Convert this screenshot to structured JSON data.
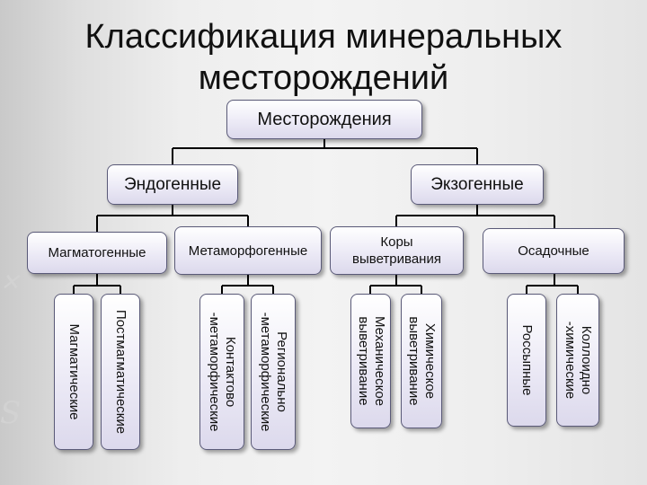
{
  "title": {
    "line1": "Классификация минеральных",
    "line2": "месторождений"
  },
  "root": {
    "label": "Месторождения"
  },
  "classes": [
    {
      "label": "Эндогенные"
    },
    {
      "label": "Экзогенные"
    }
  ],
  "groups": [
    {
      "label": "Магматогенные"
    },
    {
      "label": "Метаморфогенные"
    },
    {
      "label": "Коры\nвыветривания"
    },
    {
      "label": "Осадочные"
    }
  ],
  "types": [
    {
      "label": "Магматические"
    },
    {
      "label": "Постмагматические"
    },
    {
      "label": "Контактово\n-метаморфические"
    },
    {
      "label": "Регионально\n-метаморфические"
    },
    {
      "label": "Механическое\nвыветривание"
    },
    {
      "label": "Химическое\nвыветривание"
    },
    {
      "label": "Россыпные"
    },
    {
      "label": "Коллоидно\n-химические"
    }
  ],
  "colors": {
    "box_border": "#5a5a78",
    "box_fill_top": "#ffffff",
    "box_fill_bottom": "#dcd9ec",
    "connector": "#000000",
    "background": "#eeeeee"
  }
}
